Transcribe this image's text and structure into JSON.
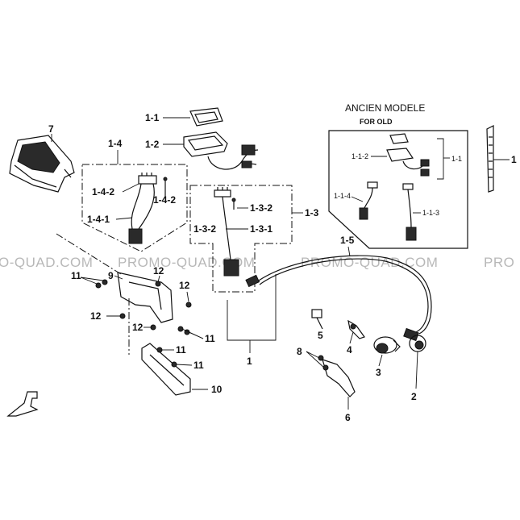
{
  "watermarks": [
    "O-QUAD.COM",
    "PROMO-QUAD.COM",
    "PROMO-QUAD.COM",
    "PRO"
  ],
  "inset": {
    "title": "ANCIEN MODELE",
    "subtitle": "FOR OLD"
  },
  "labels": {
    "p1": "1",
    "p1_1": "1-1",
    "p1_2": "1-2",
    "p1_3": "1-3",
    "p1_3_1": "1-3-1",
    "p1_3_2a": "1-3-2",
    "p1_3_2b": "1-3-2",
    "p1_4": "1-4",
    "p1_4_1": "1-4-1",
    "p1_4_2a": "1-4-2",
    "p1_4_2b": "1-4-2",
    "p1_5": "1-5",
    "p2": "2",
    "p3": "3",
    "p4": "4",
    "p5": "5",
    "p6": "6",
    "p7": "7",
    "p8": "8",
    "p9": "9",
    "p10": "10",
    "p11a": "11",
    "p11b": "11",
    "p11c": "11",
    "p11d": "11",
    "p12a": "12",
    "p12b": "12",
    "p12c": "12",
    "p12d": "12",
    "edge": "1",
    "old1_1": "1-1",
    "old1_1_2": "1-1-2",
    "old1_1_4": "1-1-4",
    "old1_1_3": "1-1-3"
  }
}
